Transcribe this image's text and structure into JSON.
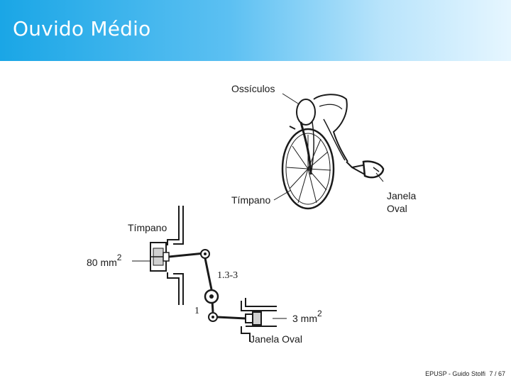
{
  "slide": {
    "title": "Ouvido Médio"
  },
  "top_figure": {
    "label_ossicles": "Ossículos",
    "label_eardrum": "Tímpano",
    "label_window_line1": "Janela",
    "label_window_line2": "Oval"
  },
  "bottom_figure": {
    "label_eardrum": "Tímpano",
    "area_eardrum": "80 mm",
    "area_eardrum_exp": "2",
    "lever_ratio": "1.3-3",
    "lever_unit": "1",
    "area_window": "3 mm",
    "area_window_exp": "2",
    "label_window": "Janela Oval"
  },
  "footer": {
    "credit": "EPUSP - Guido Stolfi",
    "page": "7 / 67"
  }
}
